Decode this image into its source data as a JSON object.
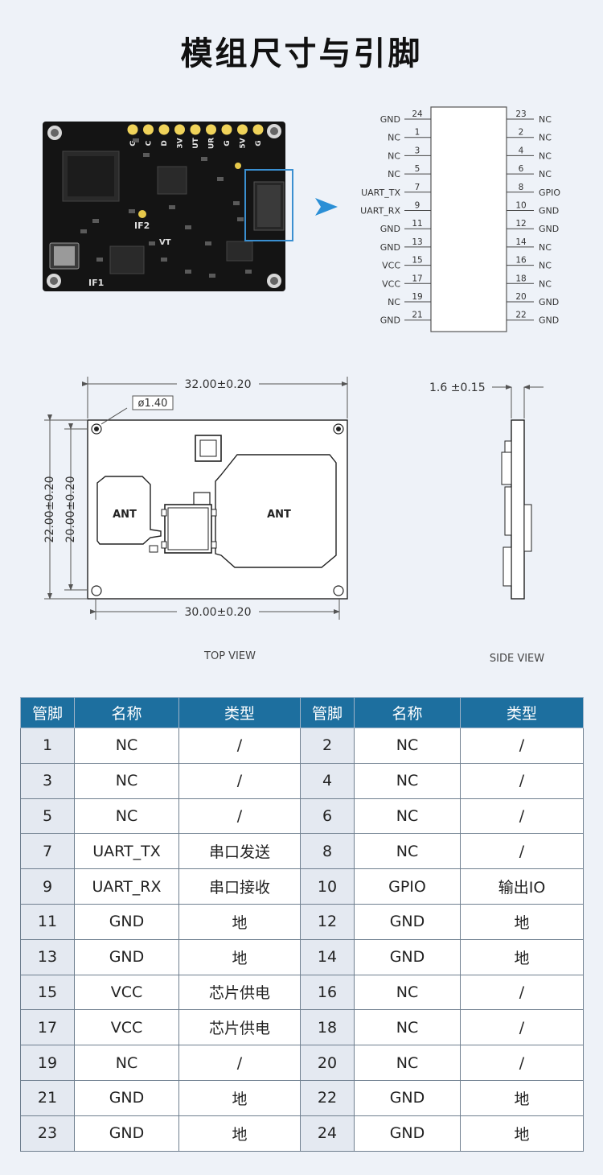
{
  "title": "模组尺寸与引脚",
  "pinout": {
    "left": [
      {
        "num": "24",
        "name": "GND"
      },
      {
        "num": "1",
        "name": "NC"
      },
      {
        "num": "3",
        "name": "NC"
      },
      {
        "num": "5",
        "name": "NC"
      },
      {
        "num": "7",
        "name": "UART_TX"
      },
      {
        "num": "9",
        "name": "UART_RX"
      },
      {
        "num": "11",
        "name": "GND"
      },
      {
        "num": "13",
        "name": "GND"
      },
      {
        "num": "15",
        "name": "VCC"
      },
      {
        "num": "17",
        "name": "VCC"
      },
      {
        "num": "19",
        "name": "NC"
      },
      {
        "num": "21",
        "name": "GND"
      }
    ],
    "right": [
      {
        "num": "23",
        "name": "NC"
      },
      {
        "num": "2",
        "name": "NC"
      },
      {
        "num": "4",
        "name": "NC"
      },
      {
        "num": "6",
        "name": "NC"
      },
      {
        "num": "8",
        "name": "GPIO"
      },
      {
        "num": "10",
        "name": "GND"
      },
      {
        "num": "12",
        "name": "GND"
      },
      {
        "num": "14",
        "name": "NC"
      },
      {
        "num": "16",
        "name": "NC"
      },
      {
        "num": "18",
        "name": "NC"
      },
      {
        "num": "20",
        "name": "GND"
      },
      {
        "num": "22",
        "name": "GND"
      }
    ]
  },
  "board_labels": {
    "if1": "IF1",
    "if2": "IF2",
    "vt": "VT",
    "pads": [
      "G",
      "5V",
      "G",
      "UR",
      "UT",
      "3V",
      "D",
      "C",
      "G"
    ]
  },
  "top_view": {
    "width_outer": "32.00±0.20",
    "width_inner": "30.00±0.20",
    "height_outer": "22.00±0.20",
    "height_inner": "20.00±0.20",
    "hole": "ø1.40",
    "ant_left": "ANT",
    "ant_right": "ANT",
    "caption": "TOP  VIEW"
  },
  "side_view": {
    "thickness": "1.6  ±0.15",
    "caption": "SIDE  VIEW"
  },
  "table": {
    "headers": [
      "管脚",
      "名称",
      "类型",
      "管脚",
      "名称",
      "类型"
    ],
    "rows": [
      [
        "1",
        "NC",
        "/",
        "2",
        "NC",
        "/"
      ],
      [
        "3",
        "NC",
        "/",
        "4",
        "NC",
        "/"
      ],
      [
        "5",
        "NC",
        "/",
        "6",
        "NC",
        "/"
      ],
      [
        "7",
        "UART_TX",
        "串口发送",
        "8",
        "NC",
        "/"
      ],
      [
        "9",
        "UART_RX",
        "串口接收",
        "10",
        "GPIO",
        "输出IO"
      ],
      [
        "11",
        "GND",
        "地",
        "12",
        "GND",
        "地"
      ],
      [
        "13",
        "GND",
        "地",
        "14",
        "GND",
        "地"
      ],
      [
        "15",
        "VCC",
        "芯片供电",
        "16",
        "NC",
        "/"
      ],
      [
        "17",
        "VCC",
        "芯片供电",
        "18",
        "NC",
        "/"
      ],
      [
        "19",
        "NC",
        "/",
        "20",
        "NC",
        "/"
      ],
      [
        "21",
        "GND",
        "地",
        "22",
        "GND",
        "地"
      ],
      [
        "23",
        "GND",
        "地",
        "24",
        "GND",
        "地"
      ]
    ]
  },
  "colors": {
    "accent": "#1d6f9f",
    "arrow": "#2a8fd6",
    "highlight": "#3a8fd0",
    "board": "#141414"
  }
}
